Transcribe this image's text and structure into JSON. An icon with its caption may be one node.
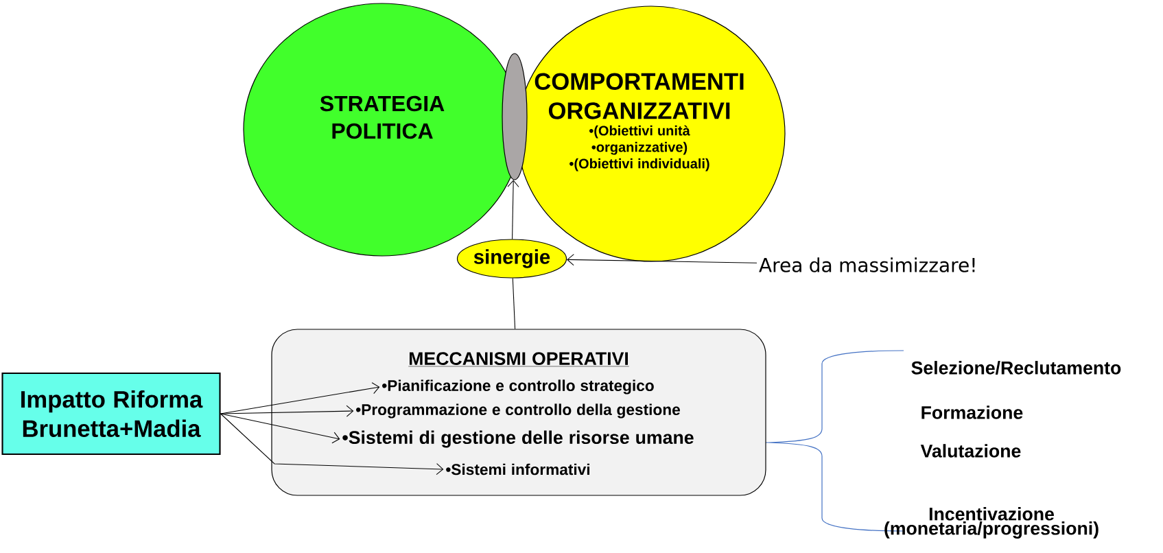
{
  "diagram": {
    "nodes": [
      {
        "text": [
          "STRATEGIA POLITICA"
        ]
      },
      {
        "text": [
          "COMPORTAMENTI ORGANIZZATIVI",
          "•(Obiettivi unità",
          "•organizzative)",
          "•(Obiettivi individuali)"
        ]
      },
      {
        "text": [],
        "shape": "ellipse"
      },
      {
        "text": [
          "sinergie"
        ]
      },
      {
        "text": [
          "Area da massimizzare!"
        ]
      },
      {
        "text": [
          "MECCANISMI OPERATIVI"
        ]
      },
      {
        "text": [
          "•Pianificazione e controllo strategico"
        ],
        "in": 5
      },
      {
        "text": [
          "•Programmazione e controllo della gestione"
        ],
        "in": 5
      },
      {
        "text": [
          "•Sistemi di gestione delle risorse umane"
        ],
        "in": 5
      },
      {
        "text": [
          "•Sistemi informativi"
        ],
        "in": 5
      },
      {
        "text": [
          "Impatto Riforma Brunetta+Madia"
        ]
      }
    ],
    "edges": [
      {
        "from": 3,
        "to": 2,
        "arrow": "to"
      },
      {
        "from": 4,
        "to": 3,
        "arrow": "to"
      },
      {
        "from": 5,
        "to": 3,
        "arrow": "none"
      },
      {
        "from": 10,
        "to": 6,
        "arrow": "to"
      },
      {
        "from": 10,
        "to": 7,
        "arrow": "to"
      },
      {
        "from": 10,
        "to": 8,
        "arrow": "to"
      },
      {
        "from": 10,
        "to": 9,
        "arrow": "to"
      }
    ],
    "labels": [
      "Selezione/Reclutamento",
      "Formazione",
      "Valutazione",
      "Incentivazione (monetaria/progressioni)"
    ]
  }
}
